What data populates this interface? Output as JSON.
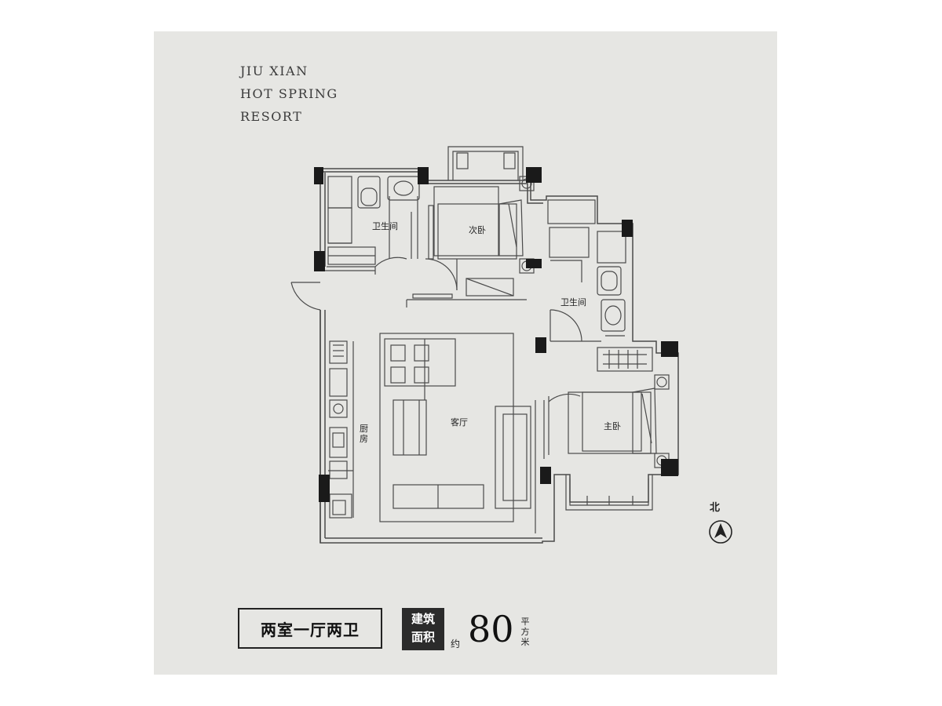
{
  "brand": {
    "line1": "JIU XIAN",
    "line2": "HOT SPRING",
    "line3": "RESORT"
  },
  "rooms": {
    "bathroom_1": "卫生间",
    "second_bedroom": "次卧",
    "bathroom_2": "卫生间",
    "living_room": "客厅",
    "kitchen": "厨房",
    "master_bedroom": "主卧"
  },
  "compass": {
    "label": "北",
    "icon": "north-arrow-icon"
  },
  "unit_type": "两室一厅两卫",
  "area": {
    "tag_line1": "建筑",
    "tag_line2": "面积",
    "approx": "约",
    "value": "80",
    "unit": "平方米"
  },
  "colors": {
    "background": "#e6e6e3",
    "line": "#4a4a4a",
    "wall_fill": "#1a1a1a",
    "tag": "#2b2b2b"
  }
}
